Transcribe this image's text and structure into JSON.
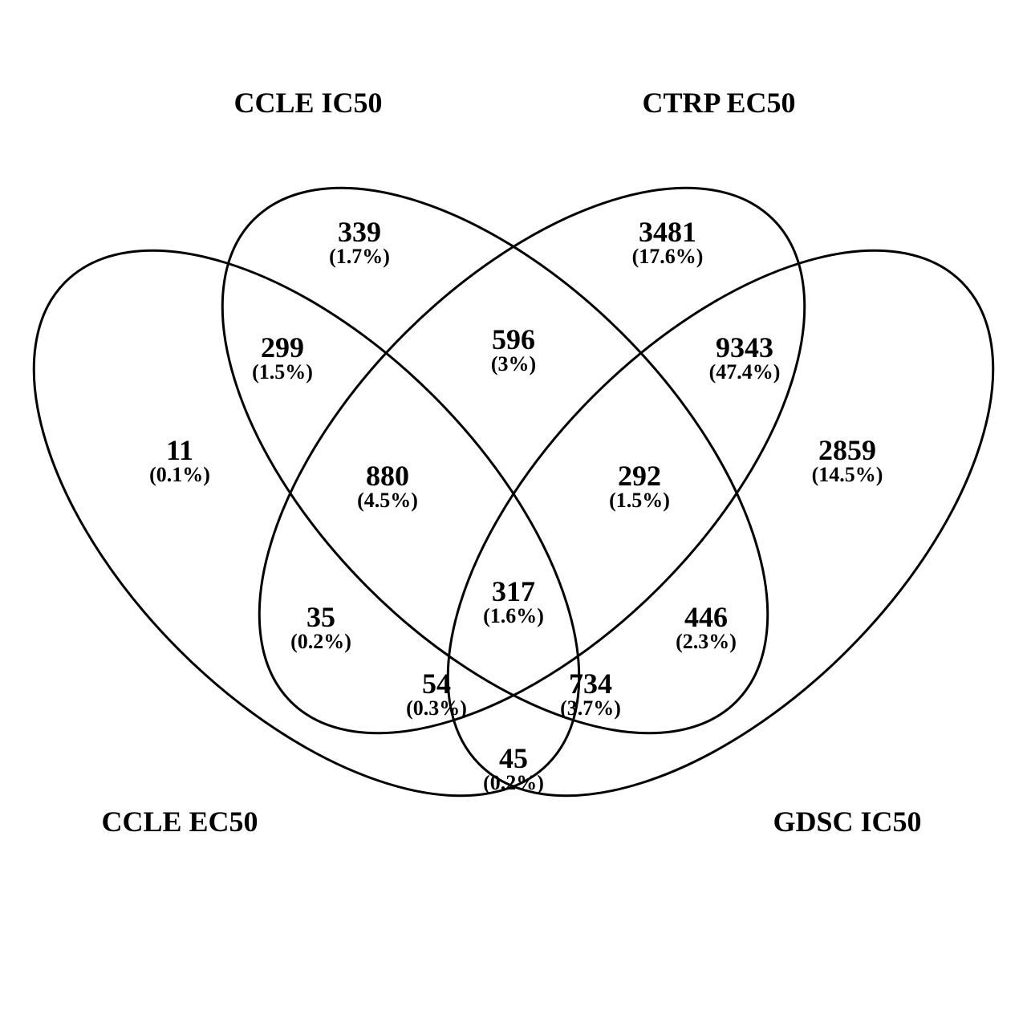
{
  "sets": [
    {
      "key": "ccle_ic50",
      "label": "CCLE IC50"
    },
    {
      "key": "ctrp_ec50",
      "label": "CTRP EC50"
    },
    {
      "key": "ccle_ec50",
      "label": "CCLE EC50"
    },
    {
      "key": "gdsc_ic50",
      "label": "GDSC IC50"
    }
  ],
  "regions": [
    {
      "key": "ccle_ic50_only",
      "count": "339",
      "percent": "(1.7%)"
    },
    {
      "key": "ctrp_ec50_only",
      "count": "3481",
      "percent": "(17.6%)"
    },
    {
      "key": "ccle_ec50_ccle_ic50",
      "count": "299",
      "percent": "(1.5%)"
    },
    {
      "key": "ccle_ic50_ctrp_ec50",
      "count": "596",
      "percent": "(3%)"
    },
    {
      "key": "ctrp_ec50_gdsc_ic50",
      "count": "9343",
      "percent": "(47.4%)"
    },
    {
      "key": "ccle_ec50_only",
      "count": "11",
      "percent": "(0.1%)"
    },
    {
      "key": "ccle_ec50_ccle_ic50_ctrp_ec50",
      "count": "880",
      "percent": "(4.5%)"
    },
    {
      "key": "ccle_ic50_ctrp_ec50_gdsc_ic50",
      "count": "292",
      "percent": "(1.5%)"
    },
    {
      "key": "gdsc_ic50_only",
      "count": "2859",
      "percent": "(14.5%)"
    },
    {
      "key": "all_four",
      "count": "317",
      "percent": "(1.6%)"
    },
    {
      "key": "ccle_ec50_ctrp_ec50",
      "count": "35",
      "percent": "(0.2%)"
    },
    {
      "key": "ccle_ic50_gdsc_ic50",
      "count": "446",
      "percent": "(2.3%)"
    },
    {
      "key": "ccle_ec50_ctrp_ec50_gdsc_ic50",
      "count": "54",
      "percent": "(0.3%)"
    },
    {
      "key": "ccle_ec50_ccle_ic50_gdsc_ic50",
      "count": "734",
      "percent": "(3.7%)"
    },
    {
      "key": "ccle_ec50_gdsc_ic50",
      "count": "45",
      "percent": "(0.2%)"
    }
  ]
}
